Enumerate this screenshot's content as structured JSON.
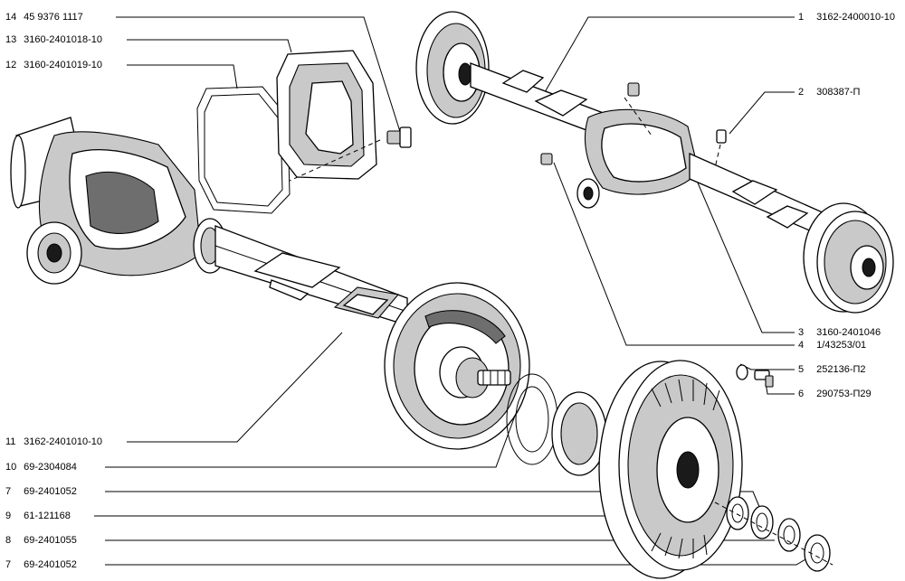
{
  "callouts_left": [
    {
      "num": "14",
      "code": "45 9376 1117"
    },
    {
      "num": "13",
      "code": "3160-2401018-10"
    },
    {
      "num": "12",
      "code": "3160-2401019-10"
    },
    {
      "num": "11",
      "code": "3162-2401010-10"
    },
    {
      "num": "10",
      "code": "69-2304084"
    },
    {
      "num": "7",
      "code": "69-2401052"
    },
    {
      "num": "9",
      "code": "61-121168"
    },
    {
      "num": "8",
      "code": "69-2401055"
    },
    {
      "num": "7",
      "code": "69-2401052"
    }
  ],
  "callouts_right": [
    {
      "num": "1",
      "code": "3162-2400010-10"
    },
    {
      "num": "2",
      "code": "308387-П"
    },
    {
      "num": "3",
      "code": "3160-2401046"
    },
    {
      "num": "4",
      "code": "1/43253/01"
    },
    {
      "num": "5",
      "code": "252136-П2"
    },
    {
      "num": "6",
      "code": "290753-П29"
    }
  ],
  "colors": {
    "ink": "#000000",
    "paper": "#ffffff",
    "shade": "#c9c9c9"
  }
}
